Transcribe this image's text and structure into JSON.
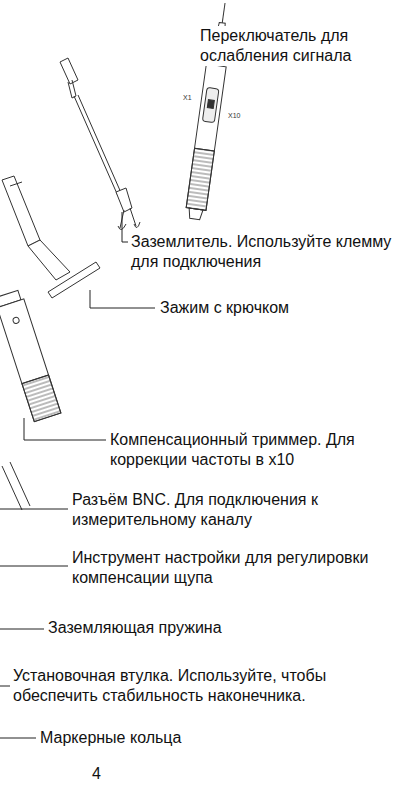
{
  "diagram": {
    "labels": [
      "Переключатель для ослабления сигнала",
      "Заземлитель. Используйте клемму для подключения",
      "Зажим с крючком",
      "Компенсационный триммер. Для коррекции частоты в x10",
      "Разъём BNC. Для подключения к измерительному каналу",
      "Инструмент настройки для регулировки компенсации щупа",
      "Заземляющая пружина",
      "Установочная втулка. Используйте, чтобы обеспечить стабильность наконечника.",
      "Маркерные кольца",
      "4",
      "X1",
      "X10"
    ]
  }
}
